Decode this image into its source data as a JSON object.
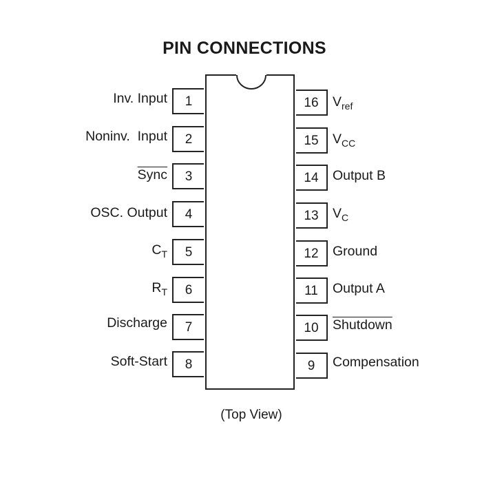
{
  "title": "PIN CONNECTIONS",
  "footer": "(Top View)",
  "left_pins": [
    {
      "number": "1",
      "label": "Inv. Input",
      "label_sub": "",
      "overline": false
    },
    {
      "number": "2",
      "label": "Noninv.  Input",
      "label_sub": "",
      "overline": false
    },
    {
      "number": "3",
      "label": "Sync",
      "label_sub": "",
      "overline": true
    },
    {
      "number": "4",
      "label": "OSC. Output",
      "label_sub": "",
      "overline": false
    },
    {
      "number": "5",
      "label": "C",
      "label_sub": "T",
      "overline": false
    },
    {
      "number": "6",
      "label": "R",
      "label_sub": "T",
      "overline": false
    },
    {
      "number": "7",
      "label": "Discharge",
      "label_sub": "",
      "overline": false
    },
    {
      "number": "8",
      "label": "Soft-Start",
      "label_sub": "",
      "overline": false
    }
  ],
  "right_pins": [
    {
      "number": "16",
      "label": "V",
      "label_sub": "ref",
      "overline": false
    },
    {
      "number": "15",
      "label": "V",
      "label_sub": "CC",
      "overline": false
    },
    {
      "number": "14",
      "label": "Output B",
      "label_sub": "",
      "overline": false
    },
    {
      "number": "13",
      "label": "V",
      "label_sub": "C",
      "overline": false
    },
    {
      "number": "12",
      "label": "Ground",
      "label_sub": "",
      "overline": false
    },
    {
      "number": "11",
      "label": "Output A",
      "label_sub": "",
      "overline": false
    },
    {
      "number": "10",
      "label": "Shutdown",
      "label_sub": "",
      "overline": true
    },
    {
      "number": "9",
      "label": "Compensation",
      "label_sub": "",
      "overline": false
    }
  ]
}
